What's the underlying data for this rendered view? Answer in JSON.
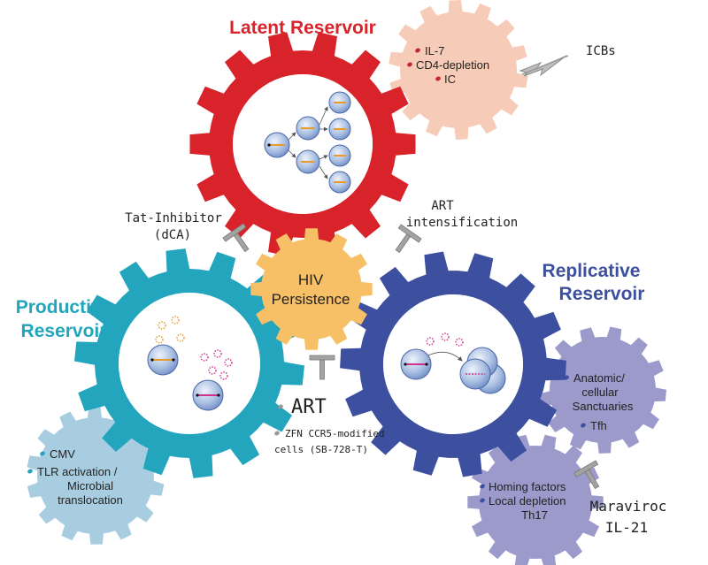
{
  "colors": {
    "latent": "#d8232a",
    "productive": "#22a5bd",
    "replicative": "#3d4f9f",
    "hiv_gear": "#f7c067",
    "il7_gear": "#f6cbb7",
    "cmv_gear": "#a9cde0",
    "sanctuary_gear": "#9b9acb",
    "blocker": "#a3a3a3"
  },
  "gears": {
    "latent": {
      "title": "Latent Reservoir"
    },
    "productive": {
      "title_line1": "Productive",
      "title_line2": "Reservoir"
    },
    "replicative": {
      "title_line1": "Replicative",
      "title_line2": "Reservoir"
    },
    "hiv": {
      "line1": "HIV",
      "line2": "Persistence"
    },
    "il7": {
      "items": [
        "IL-7",
        "CD4-depletion",
        "IC"
      ]
    },
    "cmv": {
      "item1": "CMV",
      "item2_line1": "TLR activation /",
      "item2_line2": "Microbial",
      "item2_line3": "translocation"
    },
    "sanctuary": {
      "item1_line1": "Anatomic/",
      "item1_line2": "cellular",
      "item1_line3": "Sanctuaries",
      "item2": "Tfh"
    },
    "homing": {
      "item1": "Homing factors",
      "item2": "Local depletion",
      "item3": "Th17"
    }
  },
  "interventions": {
    "icbs": "ICBs",
    "tat_line1": "Tat-Inhibitor",
    "tat_line2": "(dCA)",
    "art_int_line1": "ART",
    "art_int_line2": "intensification",
    "art": "ART",
    "zfn_line1": "ZFN CCR5-modified",
    "zfn_line2": "cells (SB-728-T)",
    "maraviroc_line1": "Maraviroc",
    "maraviroc_line2": "IL-21"
  }
}
